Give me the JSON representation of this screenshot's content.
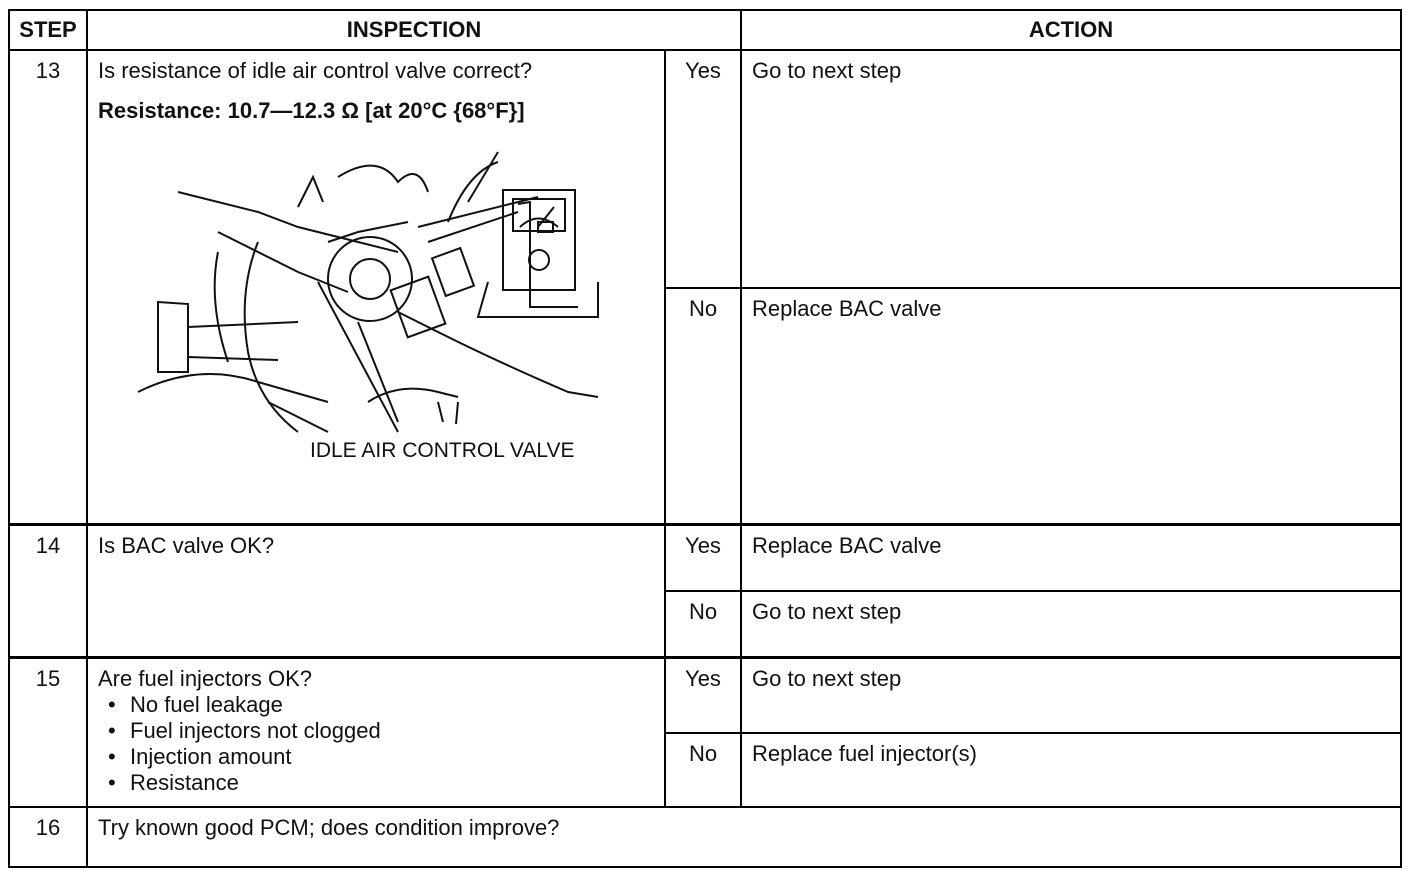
{
  "header": {
    "step": "STEP",
    "inspection": "INSPECTION",
    "action": "ACTION"
  },
  "rows": [
    {
      "step": "13",
      "question": "Is resistance of idle air control valve correct?",
      "spec": "Resistance: 10.7—12.3 Ω [at 20°C {68°F}]",
      "figure_label": "IDLE AIR CONTROL VALVE",
      "yes": "Yes",
      "yes_action": "Go to next step",
      "no": "No",
      "no_action": "Replace BAC valve"
    },
    {
      "step": "14",
      "question": "Is BAC valve OK?",
      "yes": "Yes",
      "yes_action": "Replace BAC valve",
      "no": "No",
      "no_action": "Go to next step"
    },
    {
      "step": "15",
      "question": "Are fuel injectors OK?",
      "bullets": [
        "No fuel leakage",
        "Fuel injectors not clogged",
        "Injection amount",
        "Resistance"
      ],
      "yes": "Yes",
      "yes_action": "Go to next step",
      "no": "No",
      "no_action": "Replace fuel injector(s)"
    },
    {
      "step": "16",
      "question": "Try known good PCM; does condition improve?"
    }
  ]
}
